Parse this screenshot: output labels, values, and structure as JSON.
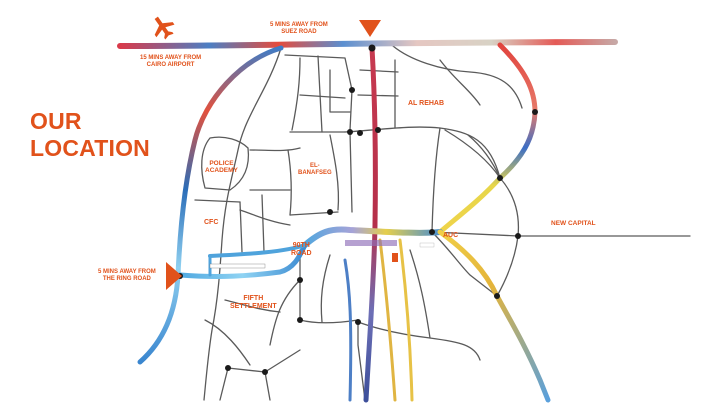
{
  "heading": {
    "line1": "OUR",
    "line2": "LOCATION"
  },
  "labels": {
    "suez": [
      "5 MINS AWAY FROM",
      "SUEZ ROAD"
    ],
    "airport": [
      "15 MINS AWAY FROM",
      "CAIRO AIRPORT"
    ],
    "ring": [
      "5 MINS AWAY FROM",
      "THE RING ROAD"
    ],
    "al_rehab": "AL REHAB",
    "police": [
      "POLICE",
      "ACADEMY"
    ],
    "banafseg": [
      "EL-",
      "BANAFSEG"
    ],
    "cfc": "CFC",
    "road90": [
      "90TH",
      "ROAD"
    ],
    "fifth": [
      "FIFTH",
      "SETTLEMENT"
    ],
    "auc": "AUC",
    "new_capital": "NEW CAPITAL"
  },
  "icons": {
    "airport": "airplane-icon",
    "suez": "down-triangle-marker-icon",
    "ring": "right-triangle-marker-icon"
  },
  "colors": {
    "accent": "#e1521b",
    "road_grey": "#5a5a5a",
    "node": "#1a1a1a"
  }
}
